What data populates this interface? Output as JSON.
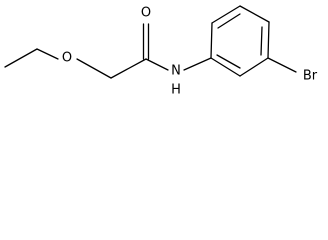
{
  "molecule": {
    "atoms": {
      "carbonyl_oxygen": "O",
      "ether_oxygen": "O",
      "amide_nitrogen": "N",
      "amide_hydrogen": "H",
      "bromine": "Br"
    }
  }
}
